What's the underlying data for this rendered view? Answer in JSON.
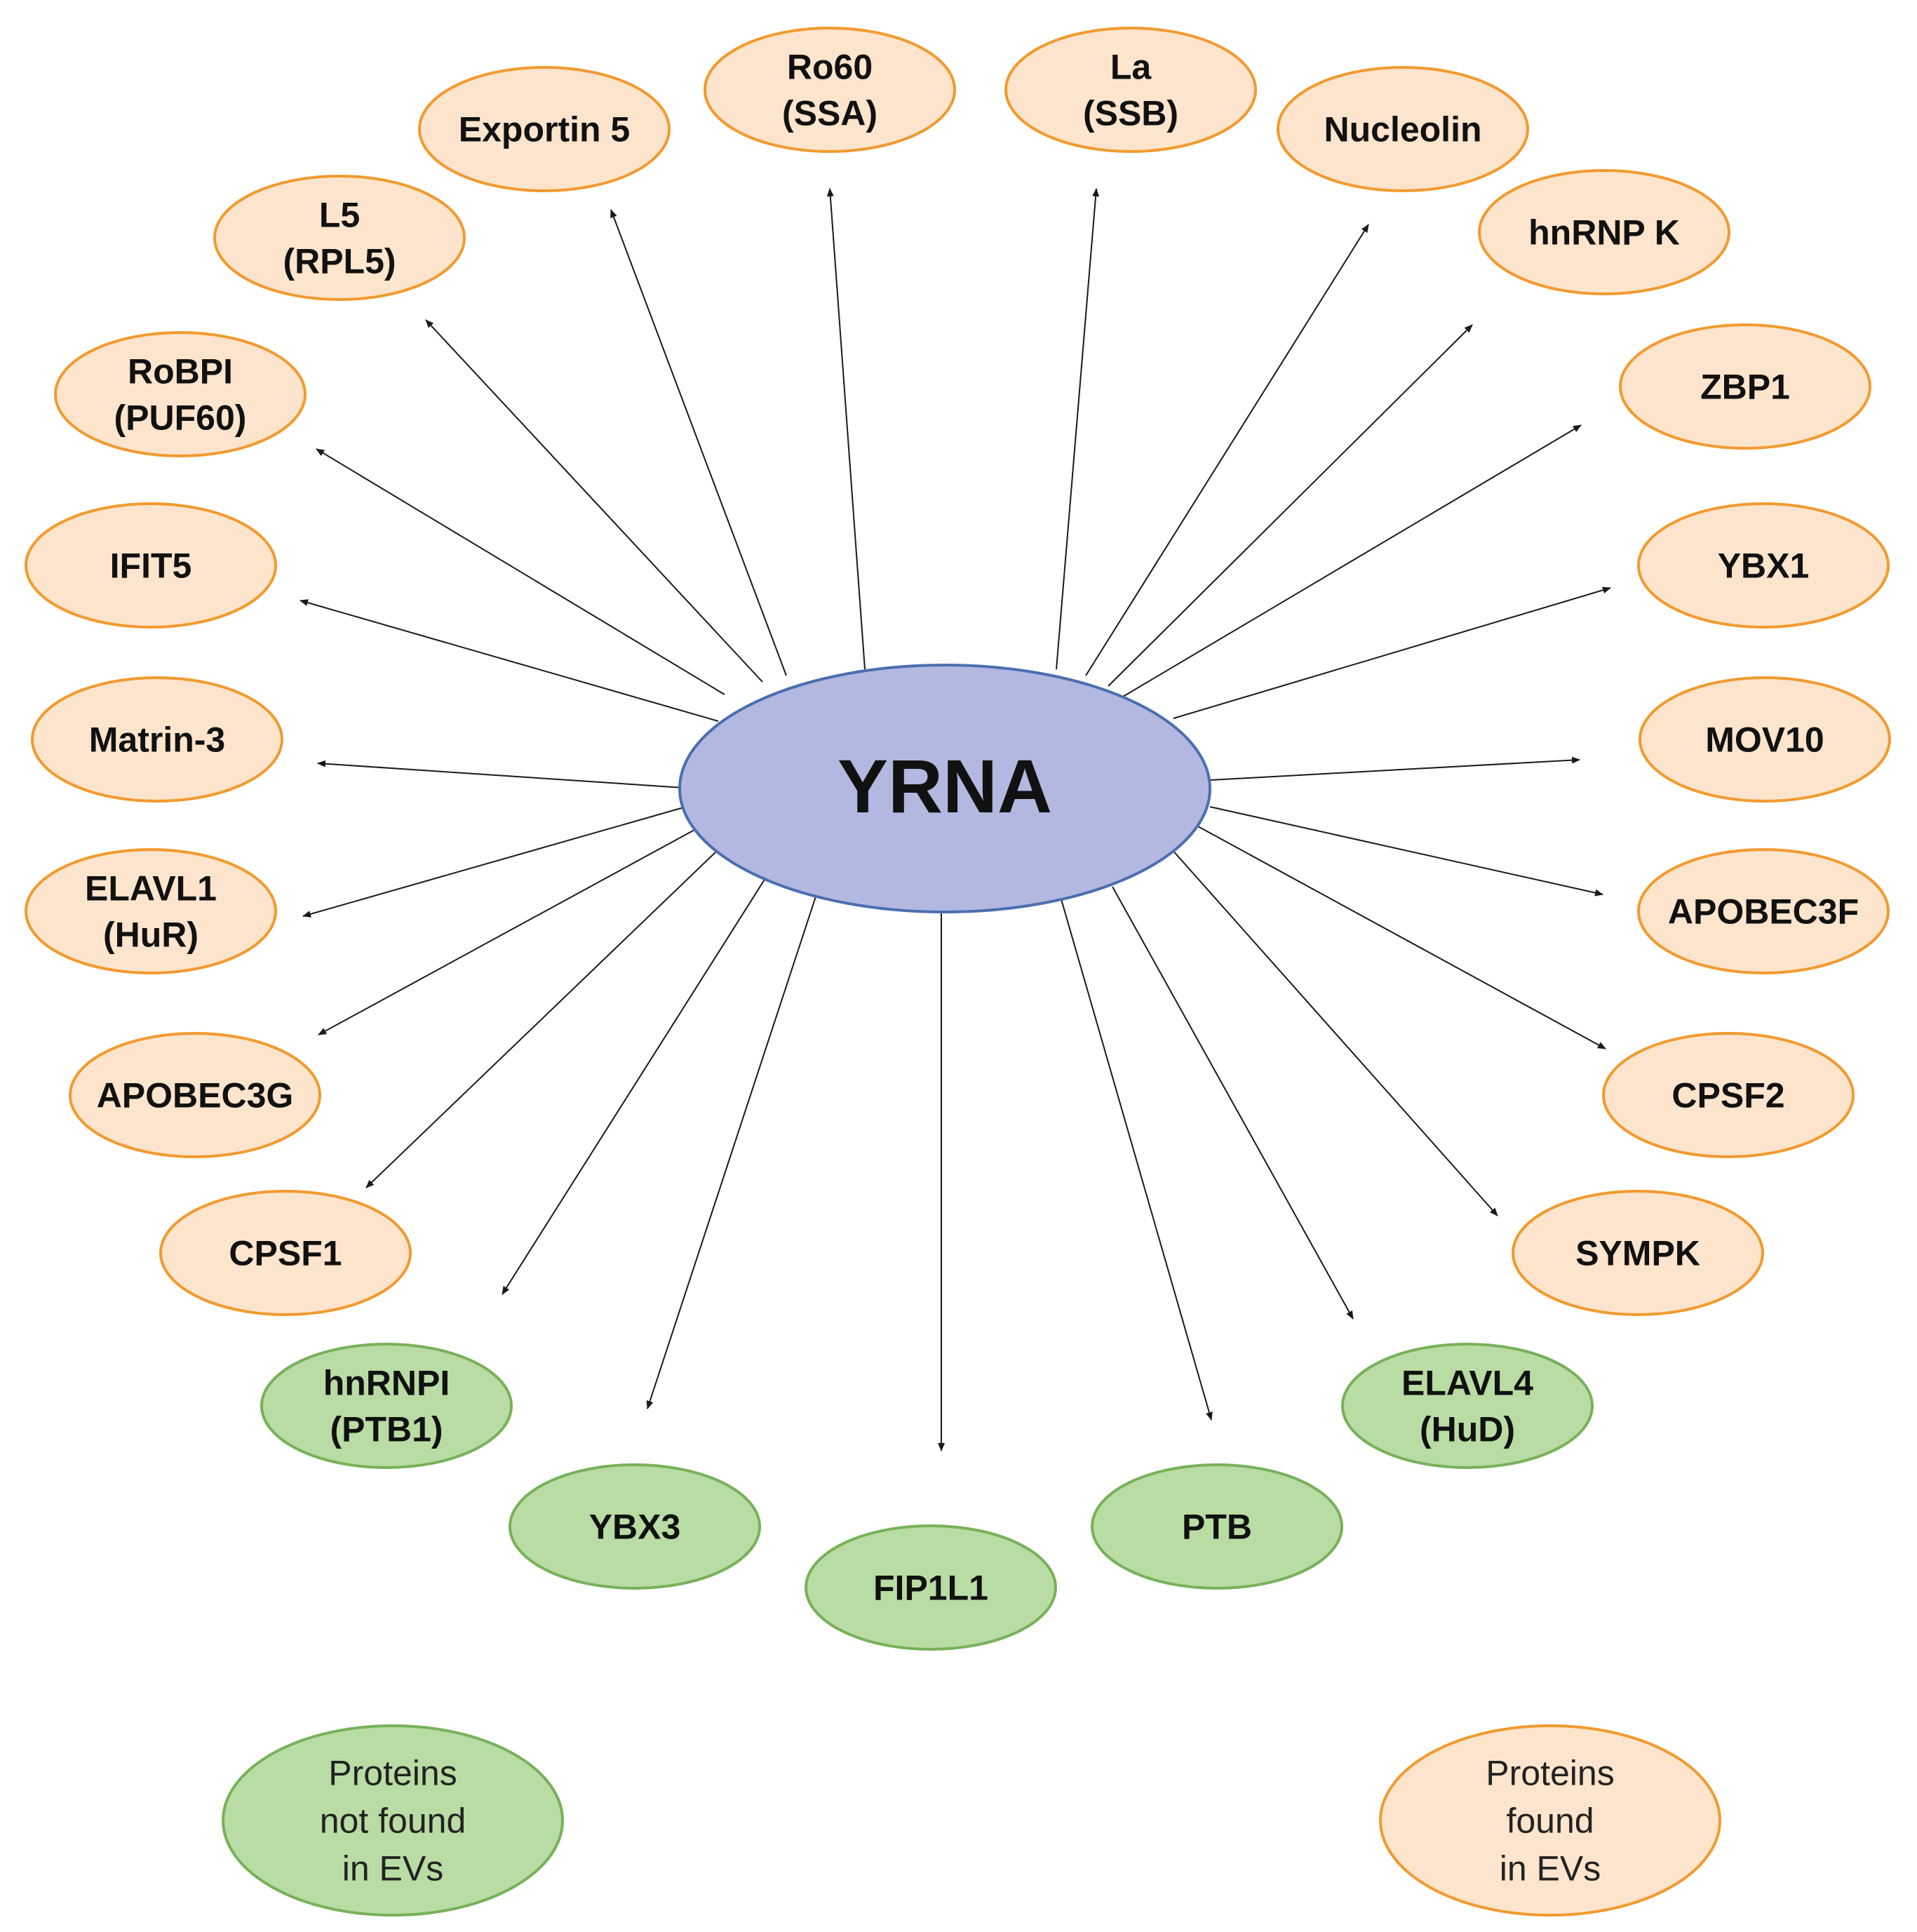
{
  "colors": {
    "center_fill": "#b3b8e0",
    "center_stroke": "#4a6fb0",
    "ev_fill": "#fde4cc",
    "ev_stroke": "#f29a2e",
    "non_ev_fill": "#b9dca4",
    "non_ev_stroke": "#77b159",
    "arrow": "#1a1a1a"
  },
  "center": {
    "label": "YRNA"
  },
  "proteins_found_in_evs": [
    {
      "id": "ro60",
      "lines": [
        "Ro60",
        "(SSA)"
      ]
    },
    {
      "id": "la",
      "lines": [
        "La",
        "(SSB)"
      ]
    },
    {
      "id": "nucleolin",
      "lines": [
        "Nucleolin"
      ]
    },
    {
      "id": "hnrnp-k",
      "lines": [
        "hnRNP K"
      ]
    },
    {
      "id": "zbp1",
      "lines": [
        "ZBP1"
      ]
    },
    {
      "id": "ybx1",
      "lines": [
        "YBX1"
      ]
    },
    {
      "id": "mov10",
      "lines": [
        "MOV10"
      ]
    },
    {
      "id": "apobec3f",
      "lines": [
        "APOBEC3F"
      ]
    },
    {
      "id": "cpsf2",
      "lines": [
        "CPSF2"
      ]
    },
    {
      "id": "sympk",
      "lines": [
        "SYMPK"
      ]
    },
    {
      "id": "exportin-5",
      "lines": [
        "Exportin 5"
      ]
    },
    {
      "id": "l5",
      "lines": [
        "L5",
        "(RPL5)"
      ]
    },
    {
      "id": "robpi",
      "lines": [
        "RoBPI",
        "(PUF60)"
      ]
    },
    {
      "id": "ifit5",
      "lines": [
        "IFIT5"
      ]
    },
    {
      "id": "matrin-3",
      "lines": [
        "Matrin-3"
      ]
    },
    {
      "id": "elavl1",
      "lines": [
        "ELAVL1",
        "(HuR)"
      ]
    },
    {
      "id": "apobec3g",
      "lines": [
        "APOBEC3G"
      ]
    },
    {
      "id": "cpsf1",
      "lines": [
        "CPSF1"
      ]
    }
  ],
  "proteins_not_found_in_evs": [
    {
      "id": "hnrnpi",
      "lines": [
        "hnRNPI",
        "(PTB1)"
      ]
    },
    {
      "id": "ybx3",
      "lines": [
        "YBX3"
      ]
    },
    {
      "id": "fip1l1",
      "lines": [
        "FIP1L1"
      ]
    },
    {
      "id": "ptb",
      "lines": [
        "PTB"
      ]
    },
    {
      "id": "elavl4",
      "lines": [
        "ELAVL4",
        "(HuD)"
      ]
    }
  ],
  "legend": {
    "not_found": {
      "lines": [
        "Proteins",
        "not found",
        "in EVs"
      ]
    },
    "found": {
      "lines": [
        "Proteins",
        "found",
        "in EVs"
      ]
    }
  }
}
